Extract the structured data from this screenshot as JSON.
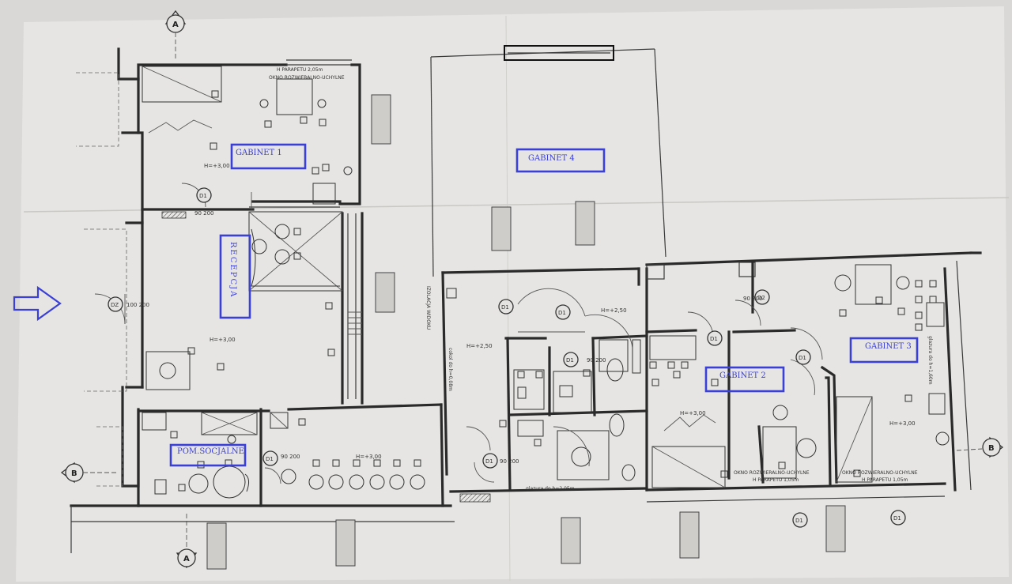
{
  "colors": {
    "label": "#3a3fd6",
    "paper": "#e6e5e3",
    "ink": "#2a2a2a"
  },
  "rooms": {
    "gabinet_1": "GABINET 1",
    "gabinet_2": "GABINET 2",
    "gabinet_3": "GABINET 3",
    "gabinet_4": "GABINET 4",
    "recepcja": "RECEPCJA",
    "pom_socjalne": "POM.SOCJALNE"
  },
  "section_markers": {
    "a_top": "A",
    "a_bottom": "A",
    "b_left": "B",
    "b_right": "B"
  },
  "window_notes": {
    "top_sill": "H PARAPETU 2,05m",
    "top_window": "OKNO ROZWIERALNO-UCHYLNE",
    "bottom_left_window": "OKNO ROZWIERALNO-UCHYLNE",
    "bottom_left_sill": "H PARAPETU 1,05m",
    "bottom_right_window": "OKNO ROZWIERALNO-UCHYLNE",
    "bottom_right_sill": "H PARAPETU 1,05m"
  },
  "heights": {
    "h300": "H=+3,00",
    "h250": "H=+2,50",
    "h250b": "H=+2,50"
  },
  "doors": {
    "d1": "D1",
    "d2": "D2",
    "dz": "DZ",
    "size_90_200": "90\n200",
    "size_100_200": "100\n200"
  },
  "notes": {
    "glazura_205": "glazura do h=2,05m",
    "glazura_160": "glazura do h=1,60m",
    "izolacja": "IZOLACJA WIDOKU",
    "cokol": "cokol do h=0,08m"
  }
}
